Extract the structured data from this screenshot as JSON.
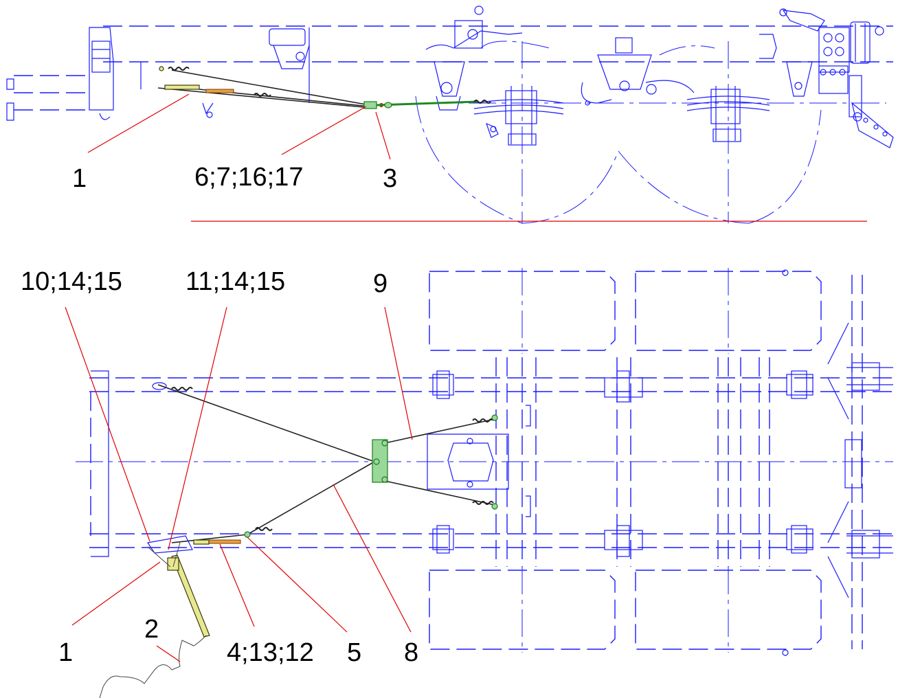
{
  "labels": {
    "top": {
      "l1": "1",
      "l6": "6;7;16;17",
      "l3": "3"
    },
    "bottom": {
      "l10": "10;14;15",
      "l11": "11;14;15",
      "l9": "9",
      "l1": "1",
      "l2": "2",
      "l4": "4;13;12",
      "l5": "5",
      "l8": "8"
    }
  },
  "colors": {
    "blueprint": "#1a1aff",
    "leader": "#e00000",
    "cable": "#222222",
    "highlight_green": "#9ad89a",
    "highlight_yellow": "#e8e890",
    "highlight_orange": "#e8a040"
  }
}
